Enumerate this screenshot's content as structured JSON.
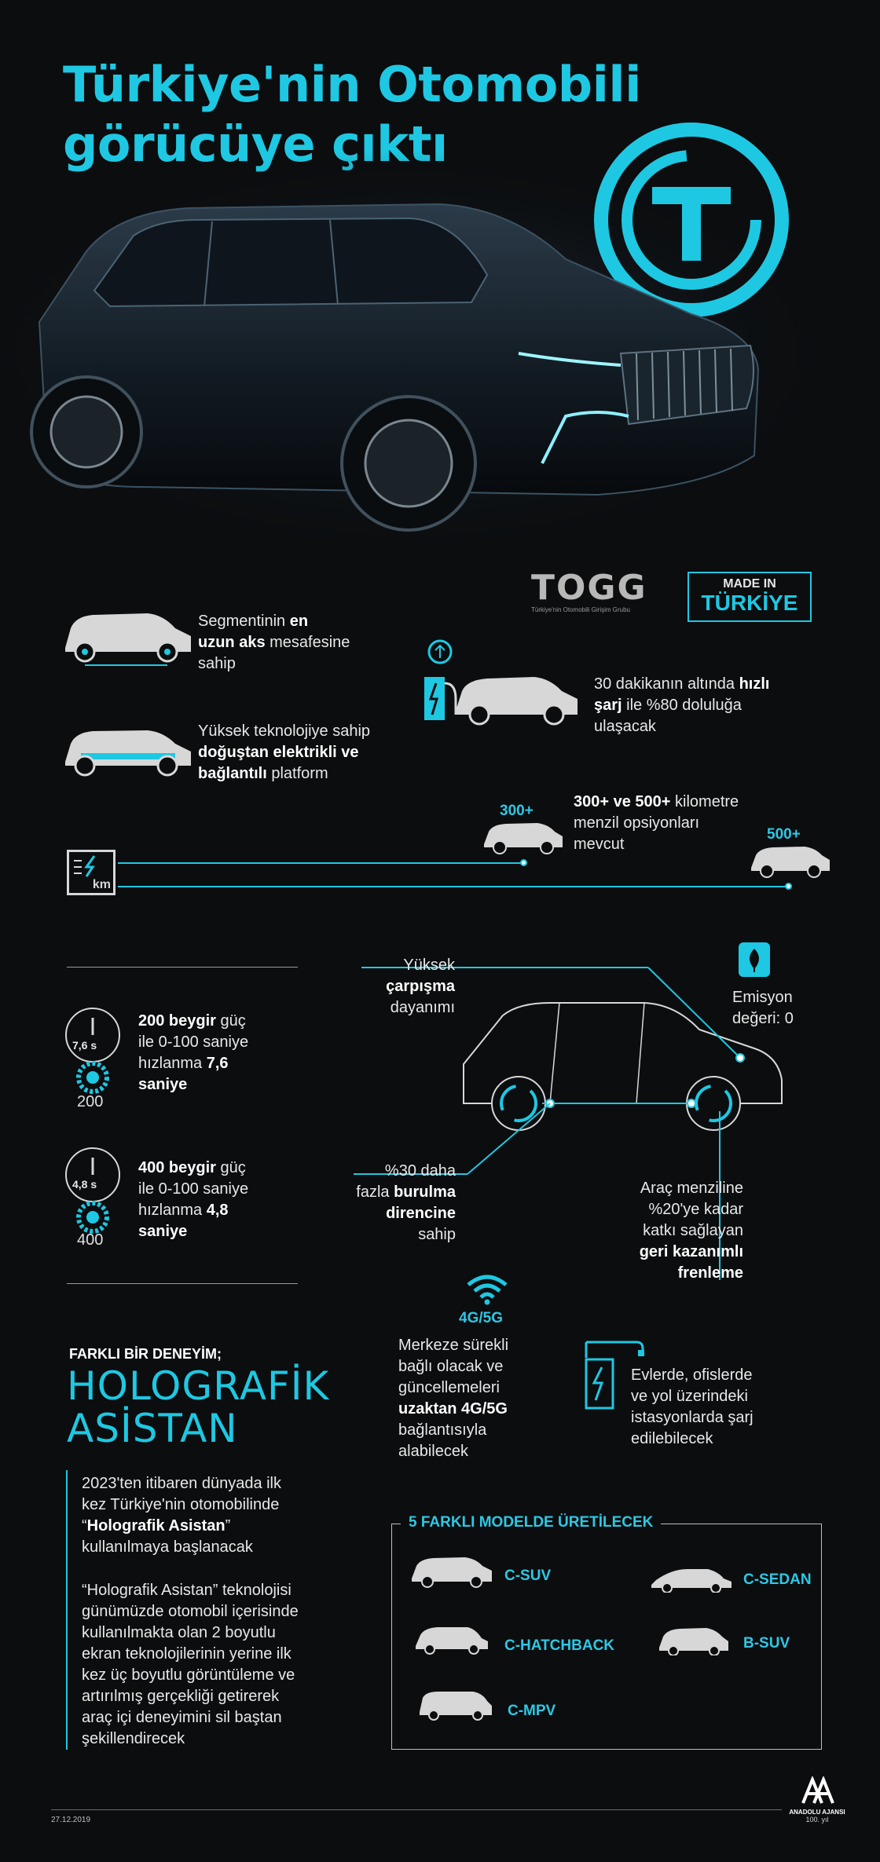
{
  "title": {
    "line1": "Türkiye'nin Otomobili",
    "line2": "görücüye çıktı"
  },
  "brand": {
    "name": "TOGG",
    "subtitle": "Türkiye'nin Otomobili Girişim Grubu",
    "made_in_top": "MADE IN",
    "made_in_bottom": "TÜRKİYE"
  },
  "features": {
    "axle": {
      "pre": "Segmentinin ",
      "b1": "en",
      "b2": "uzun aks",
      "post": " mesafesine",
      "last": "sahip"
    },
    "platform": {
      "l1": "Yüksek teknolojiye sahip",
      "b1": "doğuştan elektrikli ve",
      "b2": "bağlantılı",
      "post": " platform"
    },
    "charge": {
      "l1a": "30 dakikanın altında ",
      "l1b": "hızlı",
      "l2a": "şarj",
      "l2b": " ile %80 doluluğa",
      "l3": "ulaşacak"
    },
    "range": {
      "l1a": "300+ ve 500+",
      "l1b": " kilometre",
      "l2": "menzil opsiyonları",
      "l3": "mevcut",
      "label_300": "300+",
      "label_500": "500+",
      "unit": "km"
    }
  },
  "performance": {
    "p200": {
      "gauge": "7,6 s",
      "b1": "200 beygir",
      "t1": " güç",
      "t2": "ile 0-100 saniye",
      "t3": "hızlanma ",
      "b3": "7,6",
      "b4": "saniye",
      "num": "200"
    },
    "p400": {
      "gauge": "4,8 s",
      "b1": "400 beygir",
      "t1": " güç",
      "t2": "ile 0-100 saniye",
      "t3": "hızlanma ",
      "b3": "4,8",
      "b4": "saniye",
      "num": "400"
    }
  },
  "safety": {
    "l1": "Yüksek",
    "b1": "çarpışma",
    "l3": "dayanımı"
  },
  "emission": {
    "l1": "Emisyon",
    "l2": "değeri: 0"
  },
  "torsion": {
    "l1": "%30 daha",
    "l2a": "fazla ",
    "b2": "burulma",
    "b3": "direncine",
    "l4": "sahip"
  },
  "regen": {
    "l1": "Araç menziline",
    "l2": "%20'ye kadar",
    "l3": "katkı sağlayan",
    "b1": "geri kazanımlı",
    "b2": "frenleme"
  },
  "connectivity": {
    "badge": "4G/5G",
    "l1": "Merkeze sürekli",
    "l2": "bağlı olacak ve",
    "l3": "güncellemeleri",
    "b1": "uzaktan 4G/5G",
    "l5": "bağlantısıyla",
    "l6": "alabilecek"
  },
  "charging_places": {
    "l1": "Evlerde, ofislerde",
    "l2": "ve yol üzerindeki",
    "l3": "istasyonlarda şarj",
    "l4": "edilebilecek"
  },
  "holo": {
    "kicker": "FARKLI BİR DENEYİM;",
    "title1": "HOLOGRAFİK",
    "title2": "ASİSTAN",
    "p1": [
      "2023'ten itibaren dünyada ilk",
      "kez Türkiye'nin otomobilinde",
      "“",
      "Holografik Asistan",
      "”",
      "kullanılmaya başlanacak"
    ],
    "p2": [
      "“Holografik Asistan” teknolojisi",
      "günümüzde otomobil içerisinde",
      "kullanılmakta olan 2 boyutlu",
      "ekran teknolojilerinin yerine ilk",
      "kez üç boyutlu görüntüleme ve",
      "artırılmış gerçekliği getirerek",
      "araç içi deneyimini sil baştan",
      "şekillendirecek"
    ]
  },
  "models": {
    "header": "5 FARKLI MODELDE ÜRETİLECEK",
    "items": [
      "C-SUV",
      "C-SEDAN",
      "C-HATCHBACK",
      "B-SUV",
      "C-MPV"
    ]
  },
  "footer": {
    "date": "27.12.2019",
    "agency": "ANADOLU AJANSI",
    "years": "100. yıl"
  },
  "colors": {
    "accent": "#1ec8e2",
    "background": "#0b0d0f"
  }
}
